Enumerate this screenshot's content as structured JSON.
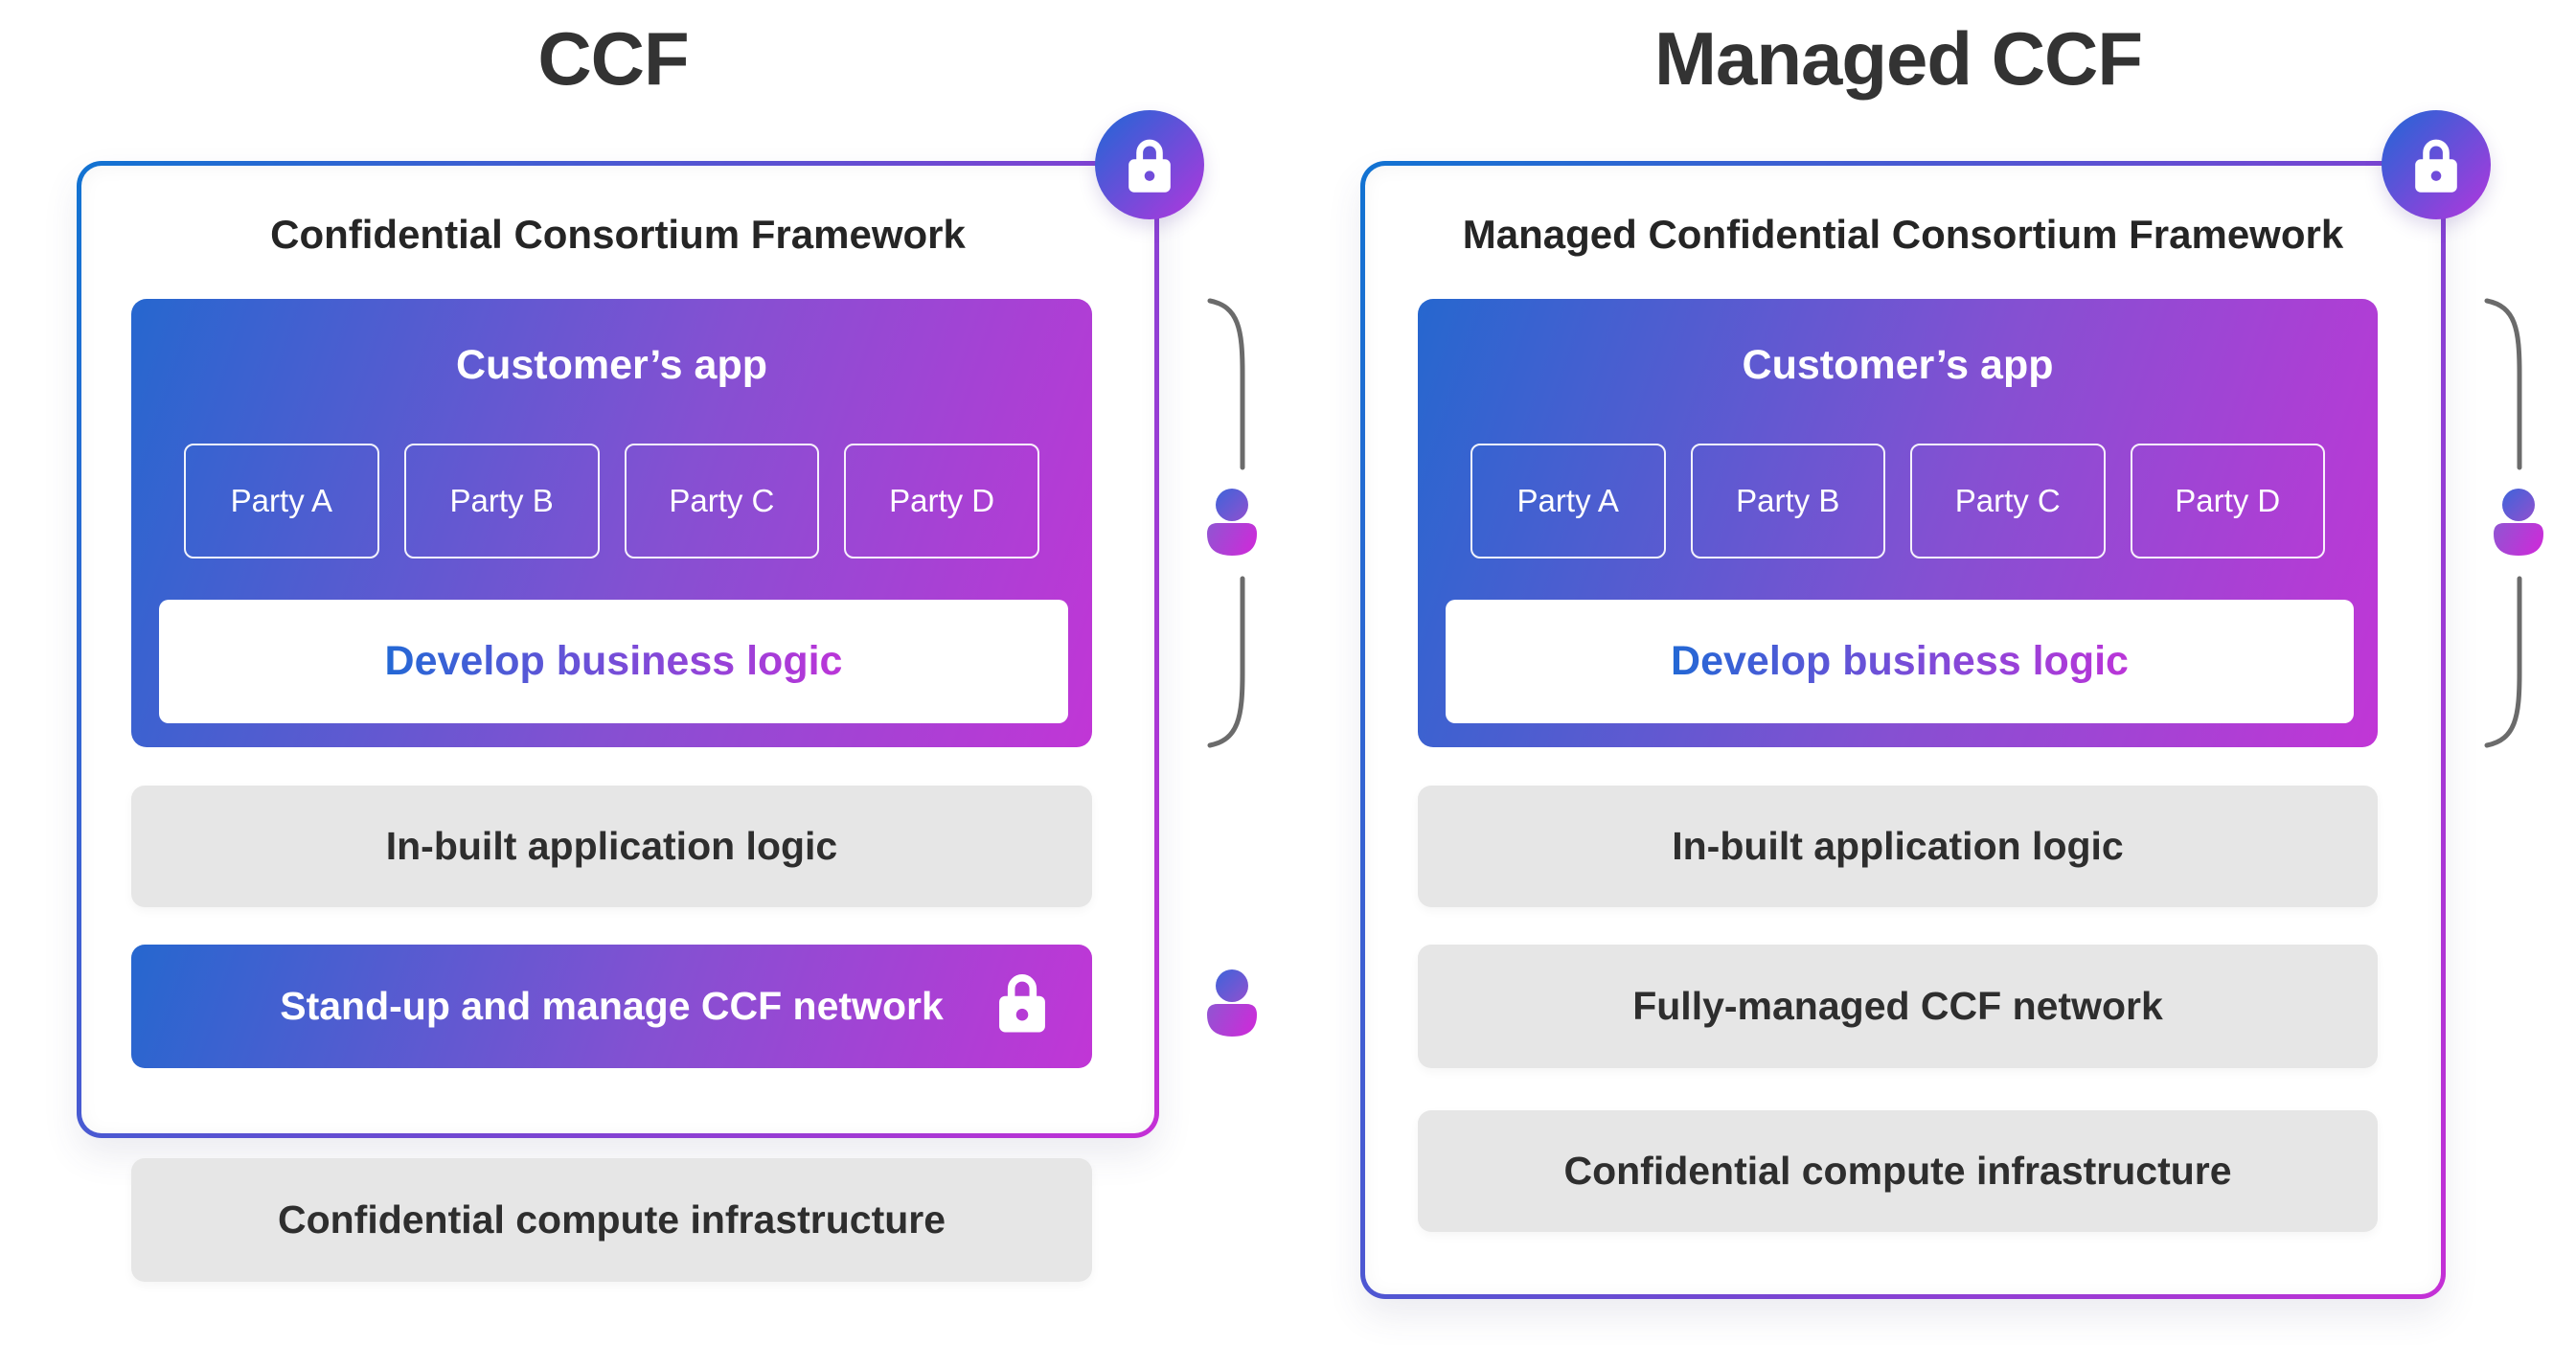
{
  "colors": {
    "title_text": "#333333",
    "header_text": "#252525",
    "gradient_blue": "#1173d2",
    "gradient_purple": "#7d4bd8",
    "gradient_magenta": "#c52fd6",
    "gray_box_bg": "#e6e6e6",
    "gray_box_text": "#2e2e2e",
    "bracket": "#6b6b6b",
    "background": "#ffffff"
  },
  "left": {
    "title": "CCF",
    "header": "Confidential Consortium Framework",
    "app": {
      "title": "Customer’s app",
      "parties": [
        "Party A",
        "Party B",
        "Party C",
        "Party D"
      ],
      "develop": "Develop business logic"
    },
    "row_inbuilt": "In-built application logic",
    "row_network": "Stand-up and manage CCF network",
    "row_infra": "Confidential compute infrastructure"
  },
  "right": {
    "title": "Managed CCF",
    "header": "Managed Confidential Consortium Framework",
    "app": {
      "title": "Customer’s app",
      "parties": [
        "Party A",
        "Party B",
        "Party C",
        "Party D"
      ],
      "develop": "Develop business logic"
    },
    "row_inbuilt": "In-built application logic",
    "row_network": "Fully-managed CCF network",
    "row_infra": "Confidential compute infrastructure"
  },
  "icons": {
    "lock_badge": "lock-icon",
    "lock_network": "lock-icon",
    "person": "person-icon",
    "bracket": "customer-scope-bracket"
  }
}
